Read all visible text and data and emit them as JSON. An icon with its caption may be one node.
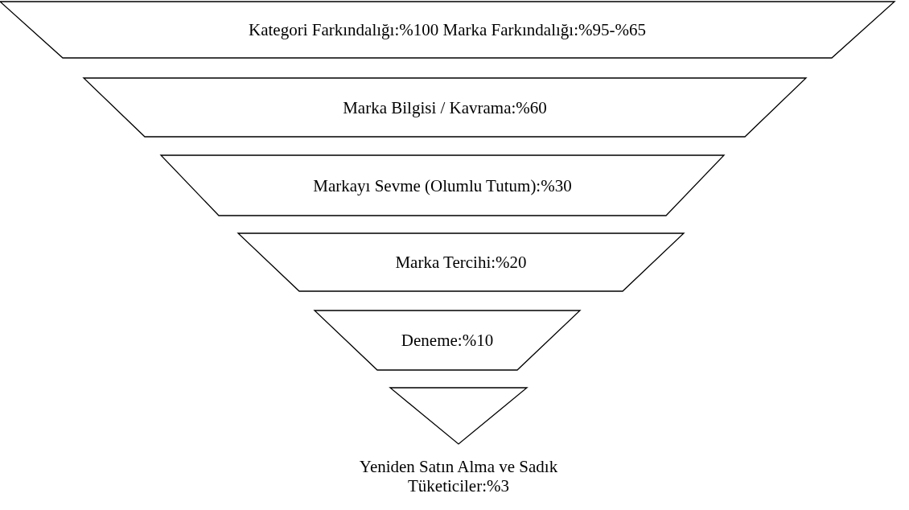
{
  "diagram": {
    "nodes": [
      {
        "text": [
          "Kategori Farkındalığı:%100 Marka Farkındalığı:%95-%65"
        ]
      },
      {
        "text": [
          "Marka Bilgisi / Kavrama:%60"
        ]
      },
      {
        "text": [
          "Markayı Sevme (Olumlu Tutum):%30"
        ]
      },
      {
        "text": [
          "Marka Tercihi:%20"
        ]
      },
      {
        "text": [
          "Deneme:%10"
        ]
      },
      {
        "text": [
          "Yeniden Satın Alma ve Sadık Tüketiciler:%3"
        ]
      }
    ]
  }
}
